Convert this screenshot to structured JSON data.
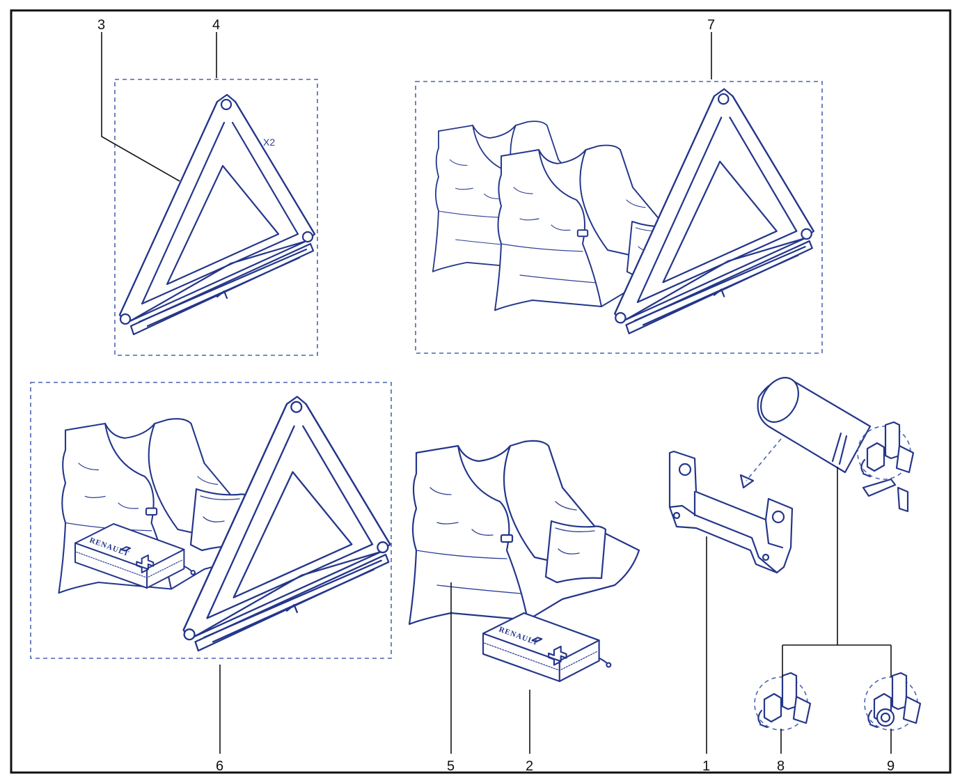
{
  "callouts": {
    "c1": "1",
    "c2": "2",
    "c3": "3",
    "c4": "4",
    "c5": "5",
    "c6": "6",
    "c7": "7",
    "c8": "8",
    "c9": "9"
  },
  "notes": {
    "quantity": "X2",
    "kit_brand": "RENAULT"
  },
  "colors": {
    "ink": "#24368a",
    "dash": "#4a64b4",
    "leader": "#111111"
  }
}
